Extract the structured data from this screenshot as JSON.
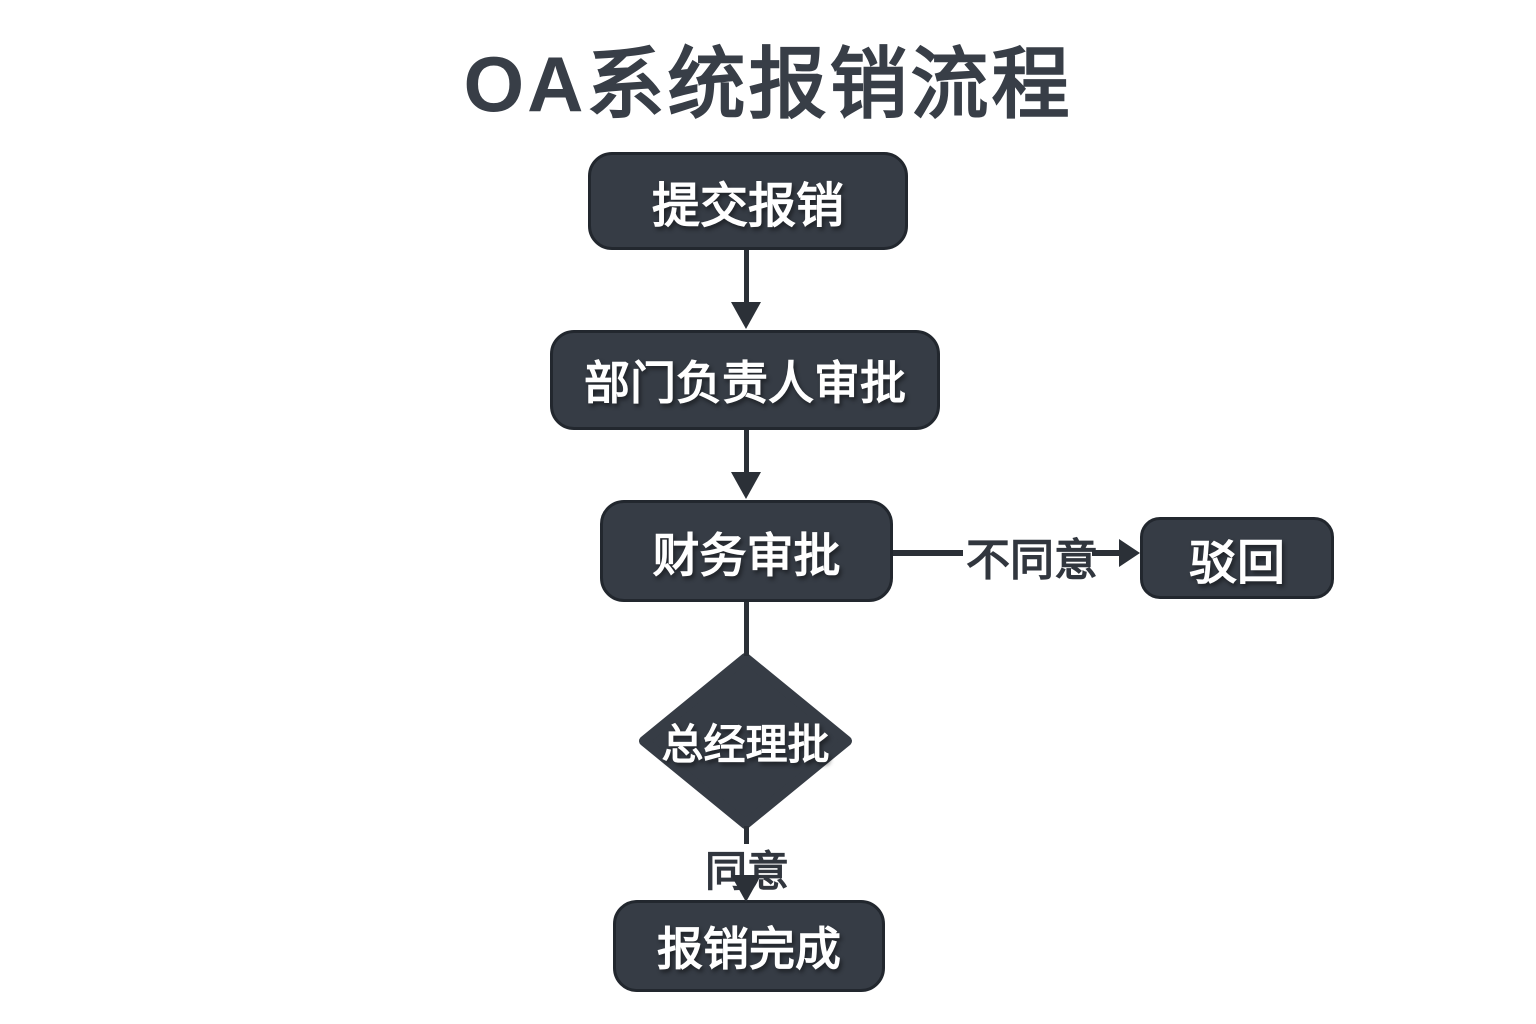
{
  "title": "OA系统报销流程",
  "nodes": {
    "submit": {
      "label": "提交报销",
      "type": "process"
    },
    "dept_approval": {
      "label": "部门负责人审批",
      "type": "process"
    },
    "finance_approval": {
      "label": "财务审批",
      "type": "process"
    },
    "reject": {
      "label": "驳回",
      "type": "process"
    },
    "gm_approval": {
      "label": "总经理批",
      "type": "decision"
    },
    "complete": {
      "label": "报销完成",
      "type": "process"
    }
  },
  "edge_labels": {
    "disagree": "不同意",
    "agree": "同意"
  },
  "colors": {
    "background": "#ffffff",
    "node_fill": "#363c45",
    "node_border": "#22272e",
    "connector": "#2b3037",
    "title_text": "#383e47",
    "edge_label_text": "#31363e",
    "node_text": "#ffffff"
  }
}
